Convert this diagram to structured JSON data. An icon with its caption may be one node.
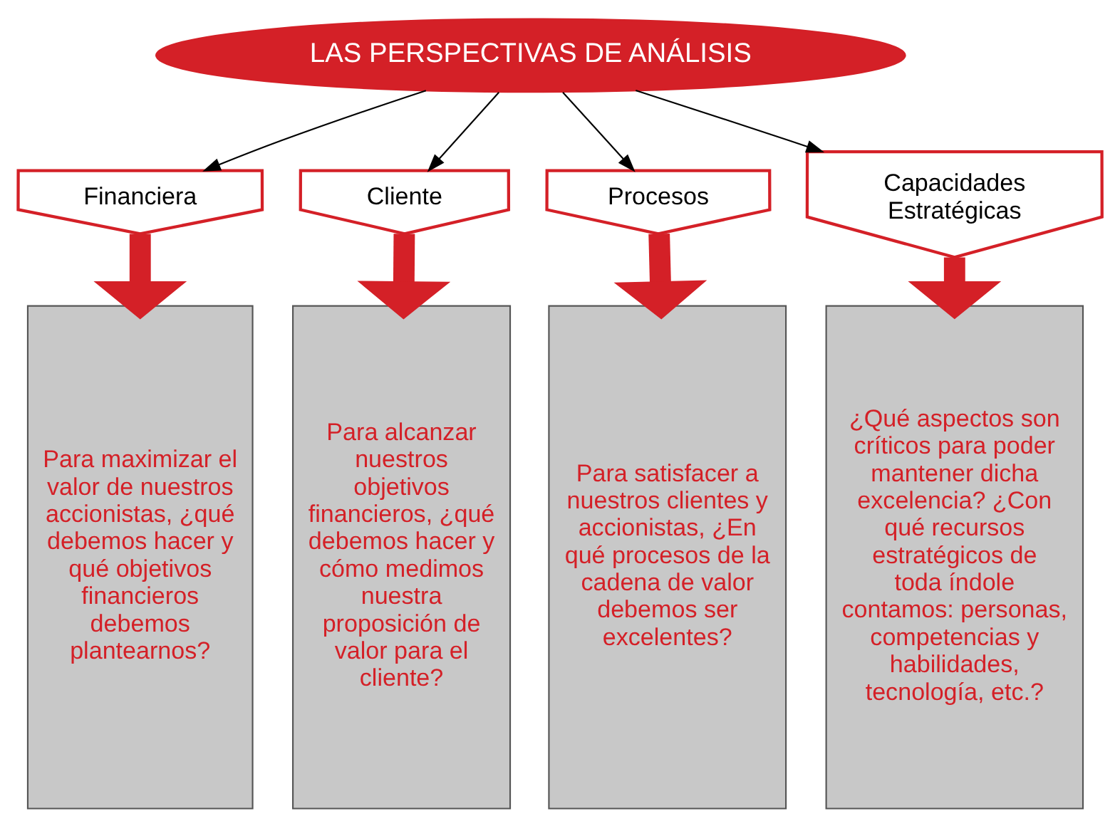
{
  "diagram": {
    "nodes": [
      {
        "text": [
          "LAS PERSPECTIVAS DE ANÁLISIS"
        ]
      },
      {
        "text": [
          "Financiera"
        ]
      },
      {
        "text": [
          "Cliente"
        ]
      },
      {
        "text": [
          "Procesos"
        ]
      },
      {
        "text": [
          "Capacidades Estratégicas"
        ]
      },
      {
        "text": [
          "Para maximizar el valor de nuestros accionistas, ¿qué debemos hacer y qué objetivos financieros debemos plantearnos?"
        ]
      },
      {
        "text": [
          "Para alcanzar nuestros objetivos financieros, ¿qué debemos hacer y cómo medimos nuestra proposición de valor para el cliente?"
        ]
      },
      {
        "text": [
          "Para satisfacer a nuestros clientes y accionistas, ¿En qué procesos de la cadena de valor debemos ser excelentes?"
        ]
      },
      {
        "text": [
          "¿Qué aspectos son críticos para poder mantener dicha excelencia? ¿Con qué recursos estratégicos de toda índole contamos: personas, competencias y habilidades, tecnología, etc.?"
        ]
      }
    ],
    "edges": [
      {
        "from": 0,
        "to": 1,
        "arrow": "to"
      },
      {
        "from": 0,
        "to": 2,
        "arrow": "to"
      },
      {
        "from": 0,
        "to": 3,
        "arrow": "to"
      },
      {
        "from": 0,
        "to": 4,
        "arrow": "to"
      },
      {
        "from": 1,
        "to": 5,
        "arrow": "to",
        "style": "thick",
        "color": "#d42027"
      },
      {
        "from": 2,
        "to": 6,
        "arrow": "to",
        "style": "thick",
        "color": "#d42027"
      },
      {
        "from": 3,
        "to": 7,
        "arrow": "to",
        "style": "thick",
        "color": "#d42027"
      },
      {
        "from": 4,
        "to": 8,
        "arrow": "to",
        "style": "thick",
        "color": "#d42027"
      }
    ]
  }
}
